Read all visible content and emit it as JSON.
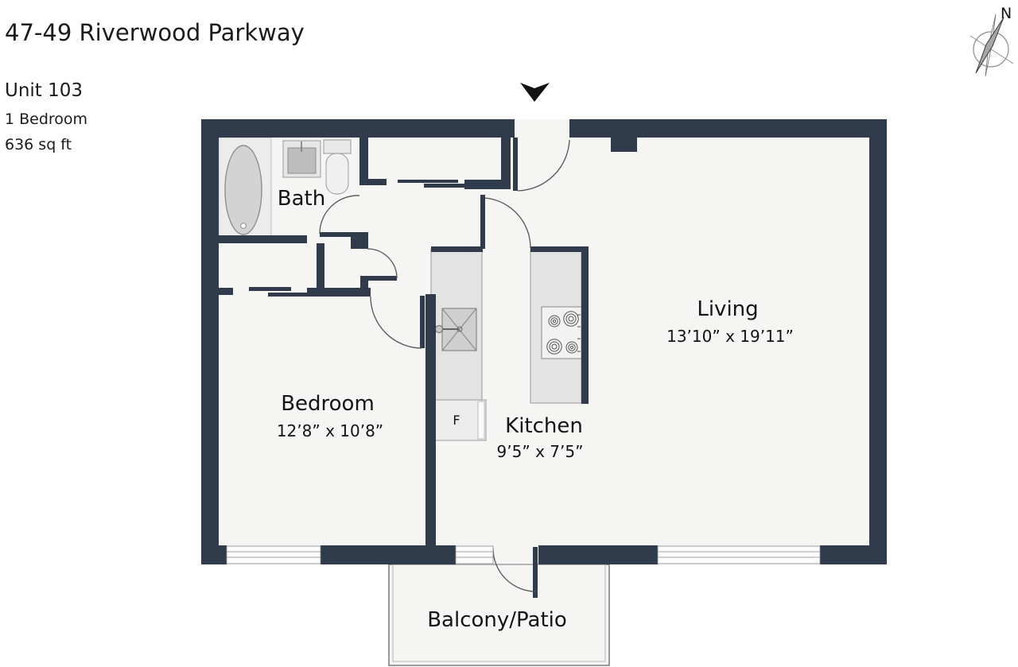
{
  "header": {
    "title": "47-49 Riverwood Parkway",
    "unit": "Unit 103",
    "type": "1 Bedroom",
    "area": "636 sq ft"
  },
  "compass": {
    "north_label": "N"
  },
  "floor_plan": {
    "rooms": {
      "bath": {
        "label": "Bath"
      },
      "bedroom": {
        "label": "Bedroom",
        "dimensions": "12’8” x 10’8”"
      },
      "kitchen": {
        "label": "Kitchen",
        "dimensions": "9’5” x 7’5”"
      },
      "living": {
        "label": "Living",
        "dimensions": "13’10” x 19’11”"
      },
      "balcony": {
        "label": "Balcony/Patio"
      }
    },
    "fixtures": {
      "fridge_label": "F"
    }
  },
  "colors": {
    "wall": "#303b4b",
    "floor": "#f5f5f4",
    "counter": "#e3e3e3",
    "arc": "#555555"
  }
}
